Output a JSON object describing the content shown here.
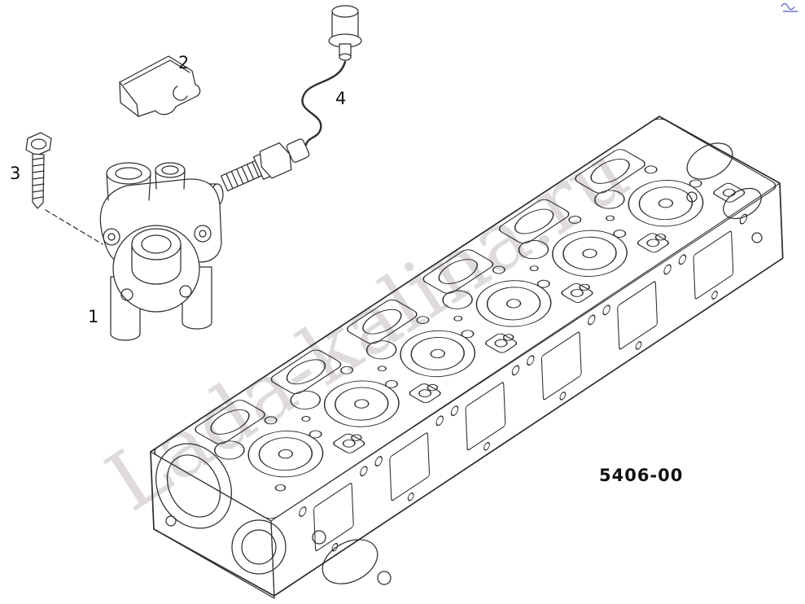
{
  "diagram": {
    "drawing_number": "5406-00",
    "watermark": "Lada-kalina.ru",
    "part_labels": [
      "1",
      "2",
      "3",
      "4"
    ]
  }
}
